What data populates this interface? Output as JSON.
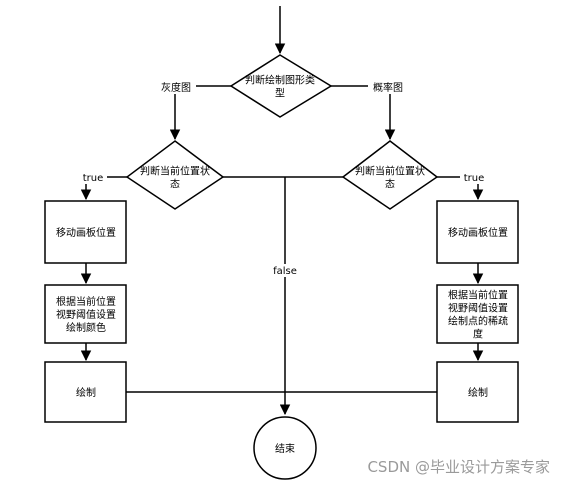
{
  "nodes": {
    "decision_type": [
      "判断绘制图形类",
      "型"
    ],
    "decision_left": [
      "判断当前位置状",
      "态"
    ],
    "decision_right": [
      "判断当前位置状",
      "态"
    ],
    "move_left": [
      "移动画板位置"
    ],
    "move_right": [
      "移动画板位置"
    ],
    "color_left": [
      "根据当前位置",
      "视野阈值设置",
      "绘制颜色"
    ],
    "density_right": [
      "根据当前位置",
      "视野阈值设置",
      "绘制点的稀疏",
      "度"
    ],
    "draw_left": [
      "绘制"
    ],
    "draw_right": [
      "绘制"
    ],
    "end": [
      "结束"
    ]
  },
  "edge_labels": {
    "grayscale": "灰度图",
    "probability": "概率图",
    "true_left": "true",
    "true_right": "true",
    "false_center": "false"
  },
  "watermark": "CSDN @毕业设计方案专家"
}
